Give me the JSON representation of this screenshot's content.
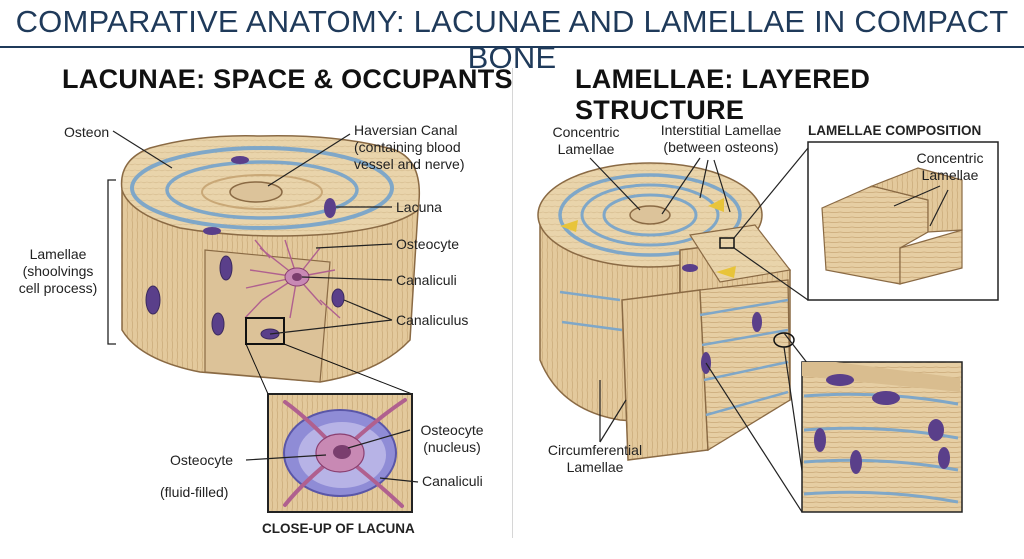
{
  "title": "COMPARATIVE ANATOMY: LACUNAE AND LAMELLAE IN COMPACT BONE",
  "left": {
    "heading": "LACUNAE: SPACE & OCCUPANTS",
    "labels": {
      "osteon": "Osteon",
      "haversian_1": "Haversian Canal",
      "haversian_2": "(containing blood",
      "haversian_3": "vessel and nerve)",
      "lacuna": "Lacuna",
      "osteocyte": "Osteocyte",
      "canaliculi": "Canaliculi",
      "canaliculus": "Canaliculus",
      "lamellae_1": "Lamellae",
      "lamellae_2": "(shoolvings",
      "lamellae_3": "cell process)"
    },
    "closeup": {
      "caption": "CLOSE-UP OF LACUNA",
      "osteocyte": "Osteocyte",
      "fluid": "(fluid-filled)",
      "nucleus_1": "Osteocyte",
      "nucleus_2": "(nucleus)",
      "canaliculi": "Canaliculi"
    }
  },
  "right": {
    "heading": "LAMELLAE: LAYERED STRUCTURE",
    "labels": {
      "concentric_1": "Concentric",
      "concentric_2": "Lamellae",
      "interstitial_1": "Interstitial Lamellae",
      "interstitial_2": "(between osteons)",
      "circumferential_1": "Circumferential",
      "circumferential_2": "Lamellae"
    },
    "composition": {
      "heading": "LAMELLAE COMPOSITION",
      "label_1": "Concentric",
      "label_2": "Lamellae"
    }
  },
  "colors": {
    "title": "#1f3a5a",
    "bone": "#e8d2a8",
    "bone_dark": "#c9a877",
    "lamella_blue": "#7fa7c8",
    "cell_purple": "#5a3f8a",
    "process_pink": "#b0608f",
    "interstitial_yellow": "#e8c43a"
  }
}
